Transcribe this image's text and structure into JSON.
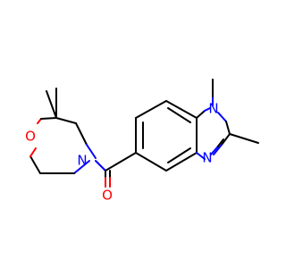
{
  "molecule": {
    "atoms": {
      "ring_oxygen": {
        "label": "O",
        "color": "#ff0000"
      },
      "ring_nitrogen": {
        "label": "N",
        "color": "#0000ff"
      },
      "carbonyl_oxygen": {
        "label": "O",
        "color": "#ff0000"
      },
      "imidazole_n1": {
        "label": "N",
        "color": "#0000ff"
      },
      "imidazole_n3": {
        "label": "N",
        "color": "#0000ff"
      }
    },
    "bond_color": "#000000"
  }
}
